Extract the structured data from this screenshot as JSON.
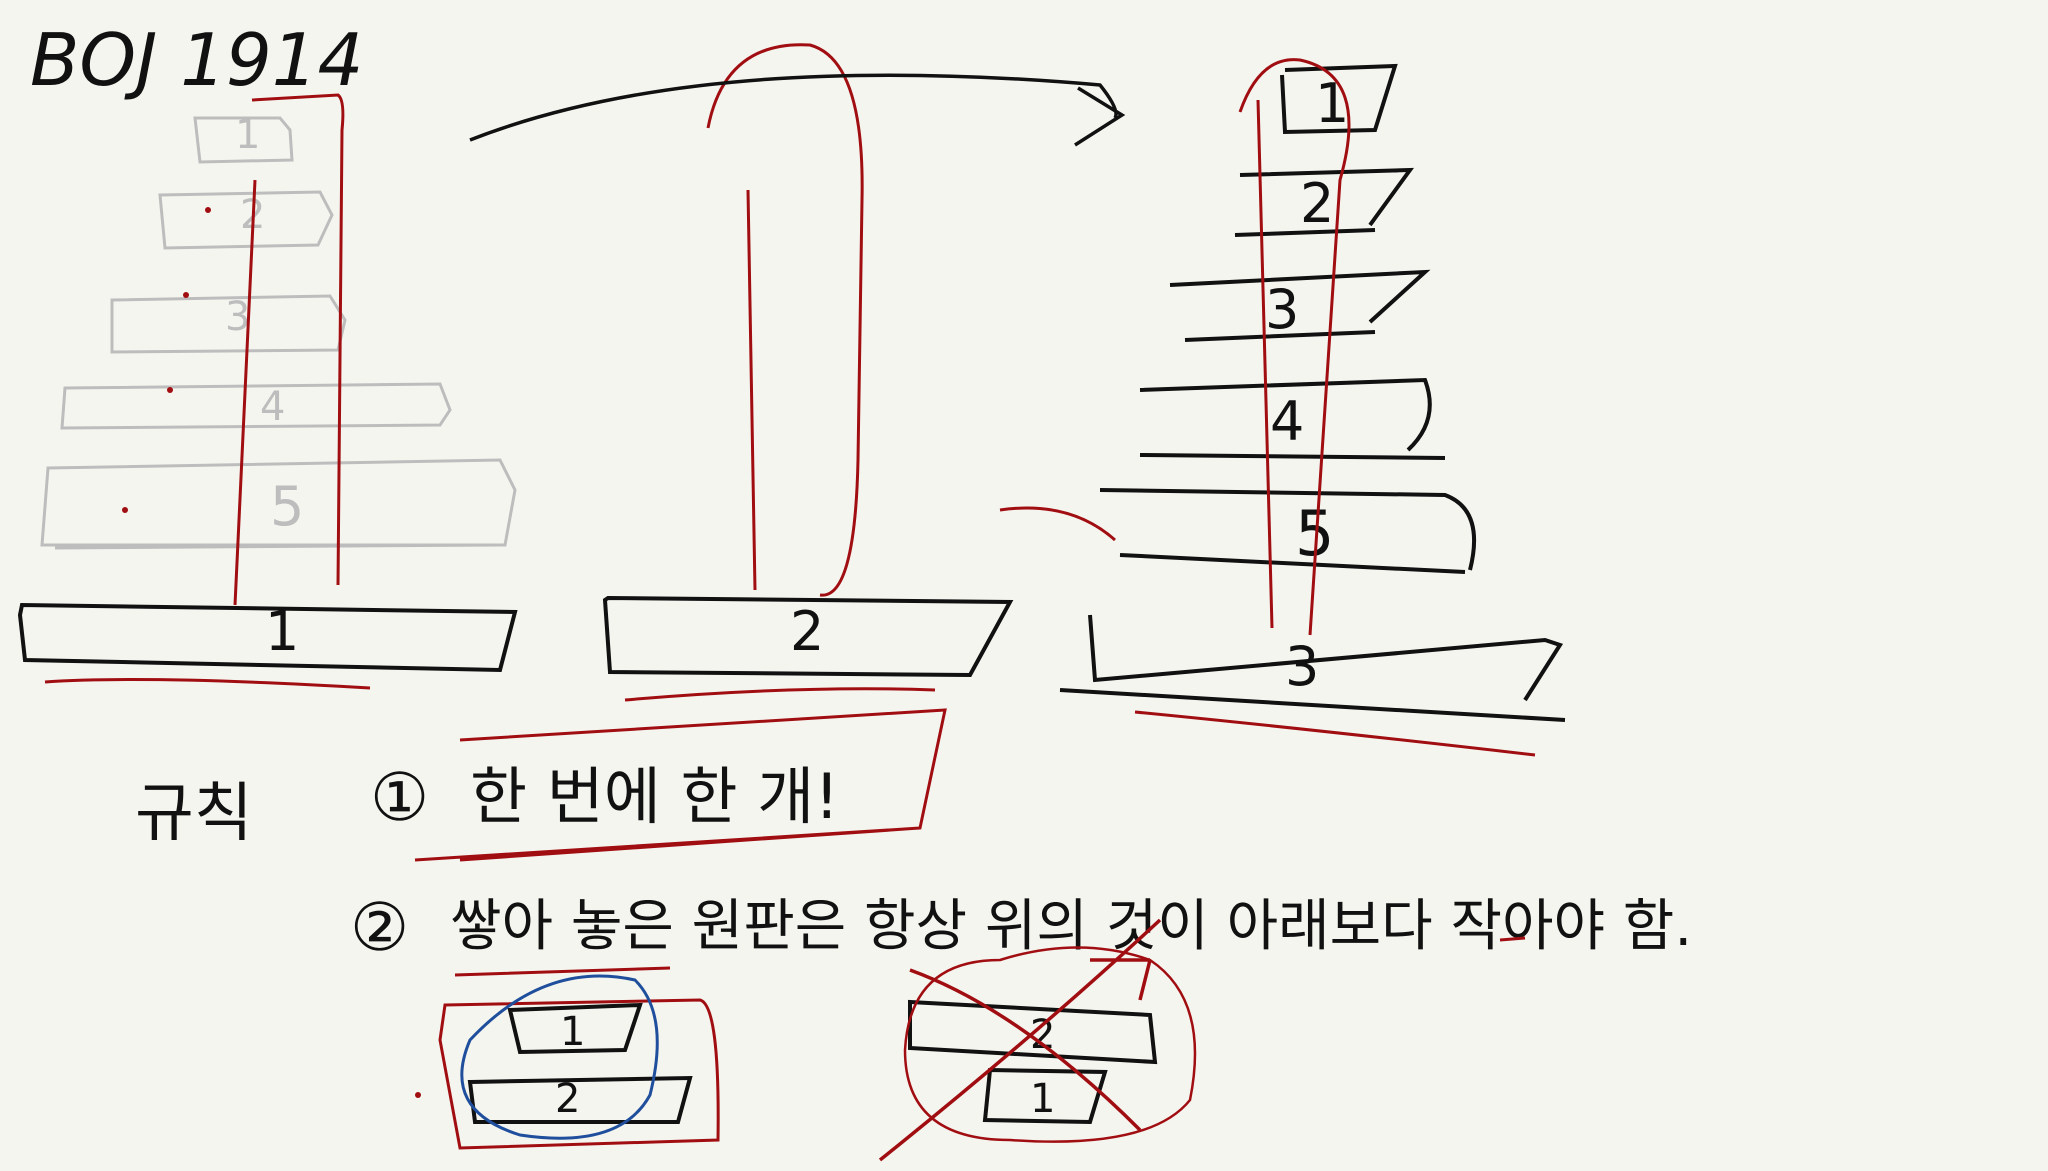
{
  "title": "BOJ 1914",
  "colors": {
    "background": "#f5f5f0",
    "ink": "#111111",
    "red": "#a10e12",
    "faded": "#bdbdbd",
    "blue": "#1f4f9c"
  },
  "pegs": [
    {
      "label": "1"
    },
    {
      "label": "2"
    },
    {
      "label": "3"
    }
  ],
  "left_tower_disks": [
    "1",
    "2",
    "3",
    "4",
    "5"
  ],
  "right_tower_disks": [
    "1",
    "2",
    "3",
    "4",
    "5"
  ],
  "rules": {
    "heading": "규칙",
    "rule1_number": "①",
    "rule1_text": "한 번에 한 개!",
    "rule2_number": "②",
    "rule2_text": "쌓아 놓은 원판은 항상 위의 것이 아래보다 작아야 함."
  },
  "examples": {
    "valid": {
      "top": "1",
      "bottom": "2"
    },
    "invalid": {
      "top": "2",
      "bottom": "1"
    }
  }
}
